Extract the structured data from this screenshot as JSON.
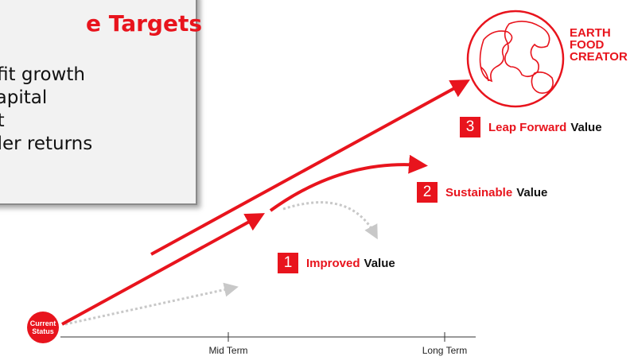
{
  "targets": {
    "title": "e Targets",
    "items": [
      "ofit growth",
      "capital",
      "pt",
      "lder returns"
    ]
  },
  "logo": {
    "lines": [
      "EARTH",
      "FOOD",
      "CREATOR"
    ]
  },
  "values": [
    {
      "number": "1",
      "key": "Improved",
      "word": "Value"
    },
    {
      "number": "2",
      "key": "Sustainable",
      "word": "Value"
    },
    {
      "number": "3",
      "key": "Leap Forward",
      "word": "Value"
    }
  ],
  "status": {
    "line1": "Current",
    "line2": "Status"
  },
  "axis": {
    "mid": "Mid Term",
    "long": "Long Term"
  },
  "colors": {
    "accent": "#e8141d",
    "dotted": "#c8c8c8",
    "panel": "#f2f2f2"
  }
}
